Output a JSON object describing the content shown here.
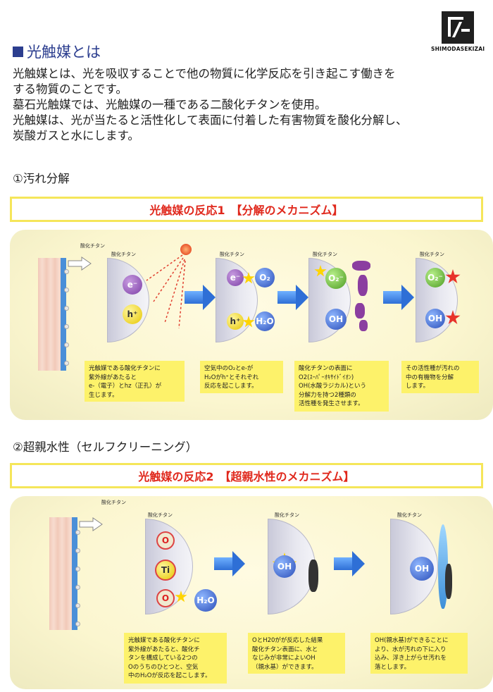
{
  "logo": {
    "name": "SHIMODASEKIZAI",
    "icon": "company-logo-mark"
  },
  "title": "光触媒とは",
  "intro": [
    "光触媒とは、光を吸収することで他の物質に化学反応を引き起こす働きを",
    "する物質のことです。",
    "墓石光触媒では、光触媒の一種である二酸化チタンを使用。",
    "光触媒は、光が当たると活性化して表面に付着した有害物質を酸化分解し、",
    "炭酸ガスと水にします。"
  ],
  "section1": {
    "heading": "①汚れ分解",
    "banner": "光触媒の反応1　【分解のメカニズム】",
    "labels": {
      "tio2": "酸化チタン"
    },
    "balls": {
      "e": "e⁻",
      "h": "h⁺",
      "o2": "O₂",
      "h2o": "H₂O",
      "o2m": "O₂⁻",
      "oh": "OH"
    },
    "notes": [
      [
        "光触媒である酸化チタンに",
        "紫外線があたると",
        "e-（電子）とhz（正孔）が",
        "生じます。"
      ],
      [
        "空気中のO₂とe-が",
        "H₂Oがh⁺とそれぞれ",
        "反応を起こします。"
      ],
      [
        "酸化チタンの表面に",
        "O2(ｽｰﾊﾟｰｵｷｻｲﾄﾞｲｵﾝ)",
        "OH(水酸ラジカル)という",
        "分解力を持つ2種類の",
        "活性種を発生させます。"
      ],
      [
        "その活性種が汚れの",
        "中の有機物を分解",
        "します。"
      ]
    ]
  },
  "section2": {
    "heading": "②超親水性（セルフクリーニング）",
    "banner": "光触媒の反応2　【超親水性のメカニズム】",
    "labels": {
      "tio2": "酸化チタン"
    },
    "balls": {
      "o": "O",
      "ti": "Ti",
      "h2o": "H₂O",
      "oh": "OH"
    },
    "notes": [
      [
        "光触媒である酸化チタンに",
        "紫外線があたると、酸化チ",
        "タンを構成している2つの",
        "Oのうちのひとつと、空気",
        "中のH₂Oが反応を起こします。"
      ],
      [
        "OとH20がが反応した結果",
        "酸化チタン表面に、水と",
        "なじみが非常によいOH",
        "（親水基）ができます。"
      ],
      [
        "OH(親水基)ができることに",
        "より、水が汚れの下に入り",
        "込み、浮き上がらせ汚れを",
        "落とします。"
      ]
    ]
  },
  "colors": {
    "accent": "#2c3e8f",
    "banner_text": "#e0281c",
    "banner_border": "#f5e65a",
    "note_bg": "#fdf26a"
  }
}
